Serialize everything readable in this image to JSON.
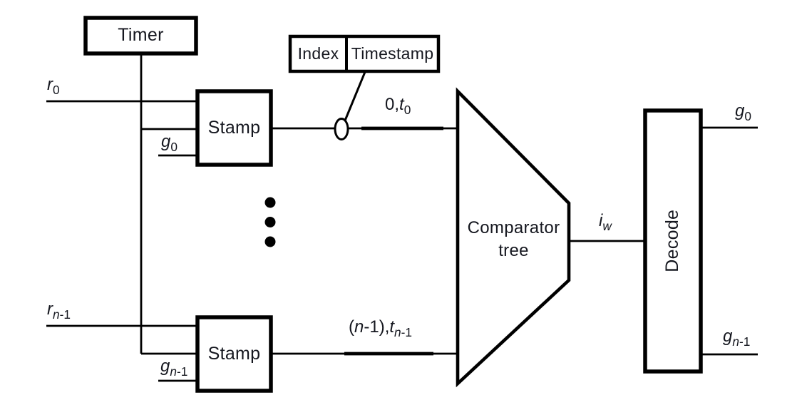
{
  "diagram": {
    "colors": {
      "background": "#ffffff",
      "line": "#000000",
      "text": "#15171f"
    },
    "blocks": {
      "timer": "Timer",
      "stamp_top": "Stamp",
      "stamp_bottom": "Stamp",
      "index": "Index",
      "timestamp": "Timestamp",
      "comparator_line1": "Comparator",
      "comparator_line2": "tree",
      "decode": "Decode"
    },
    "signals": {
      "r0": {
        "base": "r",
        "sub": "0"
      },
      "g0_in": {
        "base": "g",
        "sub": "0"
      },
      "rn1": {
        "base": "r",
        "sub": "n-1"
      },
      "gn1_in": {
        "base": "g",
        "sub": "n-1"
      },
      "t0": {
        "base": "0,t",
        "sub": "0"
      },
      "tn1": {
        "base": "(n-1),t",
        "sub": "n-1"
      },
      "iw": {
        "base": "i",
        "sub": "w"
      },
      "g0_out": {
        "base": "g",
        "sub": "0"
      },
      "gn1_out": {
        "base": "g",
        "sub": "n-1"
      }
    },
    "ellipsis_dots": 3
  }
}
